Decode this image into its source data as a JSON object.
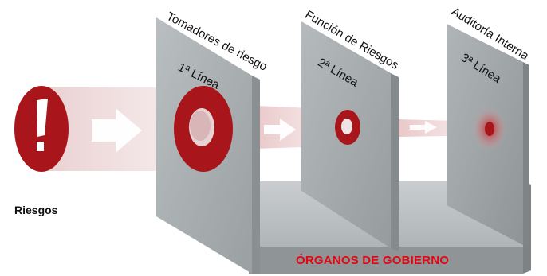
{
  "source_label": "Riesgos",
  "lines": [
    {
      "title": "Tomadores de riesgo",
      "label": "1ª Línea"
    },
    {
      "title": "Función de Riesgos",
      "label": "2ª Línea"
    },
    {
      "title": "Auditoría Interna",
      "label": "3ª Línea"
    }
  ],
  "base_label": "ÓRGANOS DE GOBIERNO",
  "colors": {
    "risk_red": "#a8161b",
    "label_red": "#e30613",
    "panel_gray": "#a9aeb0",
    "base_gray": "#8f9597"
  }
}
